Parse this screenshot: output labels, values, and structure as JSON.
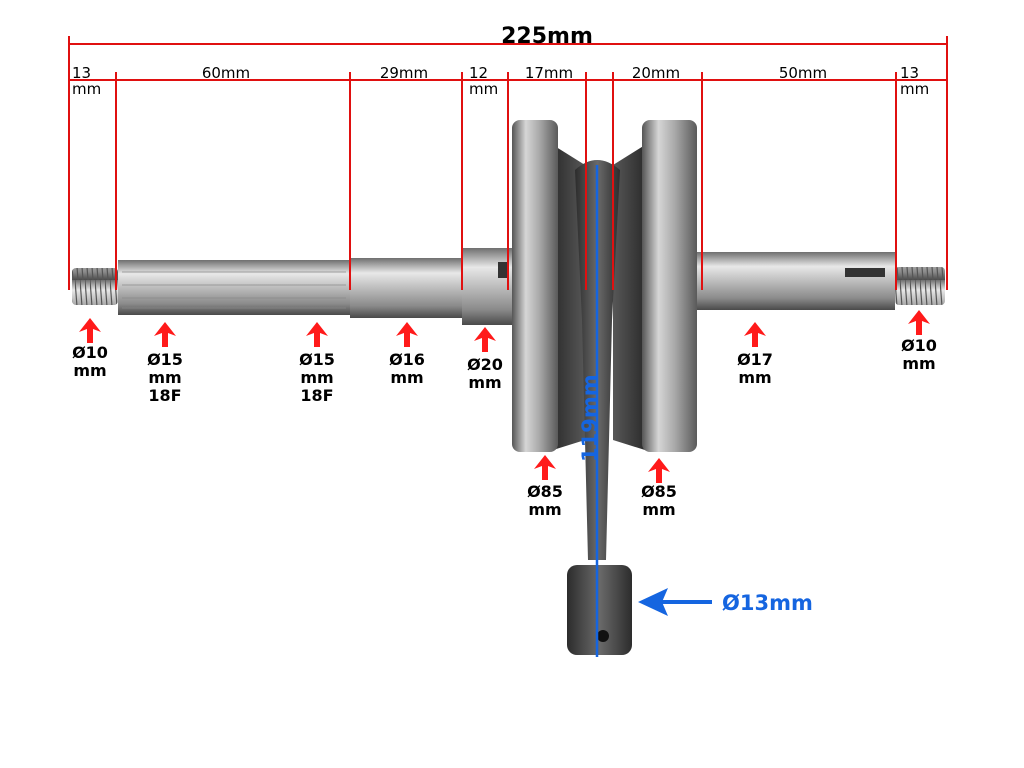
{
  "colors": {
    "dimension_line": "#e01010",
    "arrow": "#ff1a1a",
    "blue_annotation": "#1565e0"
  },
  "overall_length": "225mm",
  "segments": [
    {
      "line1": "13",
      "line2": "mm"
    },
    {
      "line1": "60mm",
      "line2": ""
    },
    {
      "line1": "29mm",
      "line2": ""
    },
    {
      "line1": "12",
      "line2": "mm"
    },
    {
      "line1": "17mm",
      "line2": ""
    },
    {
      "line1": "20mm",
      "line2": ""
    },
    {
      "line1": "50mm",
      "line2": ""
    },
    {
      "line1": "13",
      "line2": "mm"
    }
  ],
  "diameters": [
    {
      "lines": [
        "Ø10",
        "mm"
      ]
    },
    {
      "lines": [
        "Ø15",
        "mm",
        "18F"
      ]
    },
    {
      "lines": [
        "Ø15",
        "mm",
        "18F"
      ]
    },
    {
      "lines": [
        "Ø16",
        "mm"
      ]
    },
    {
      "lines": [
        "Ø20",
        "mm"
      ]
    },
    {
      "lines": [
        "Ø85",
        "mm"
      ]
    },
    {
      "lines": [
        "Ø85",
        "mm"
      ]
    },
    {
      "lines": [
        "Ø17",
        "mm"
      ]
    },
    {
      "lines": [
        "Ø10",
        "mm"
      ]
    }
  ],
  "rod_length": "119mm",
  "pin_diameter": "Ø13mm"
}
